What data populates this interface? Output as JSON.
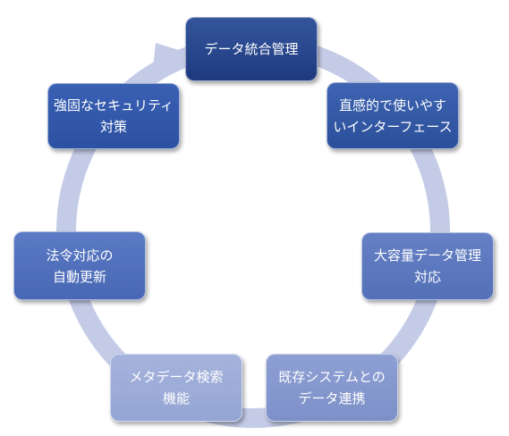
{
  "nodes": [
    {
      "lines": [
        "データ統合管理"
      ]
    },
    {
      "lines": [
        "直感的で使いやす",
        "いインターフェース"
      ]
    },
    {
      "lines": [
        "大容量データ管理",
        "対応"
      ]
    },
    {
      "lines": [
        "既存システムとの",
        "データ連携"
      ]
    },
    {
      "lines": [
        "メタデータ検索",
        "機能"
      ]
    },
    {
      "lines": [
        "法令対応の",
        "自動更新"
      ]
    },
    {
      "lines": [
        "強固なセキュリティ",
        "対策"
      ]
    }
  ],
  "colors": {
    "ring": "#c3cbe6",
    "node_dark": "#1e3a7f",
    "node_light": "#a5b3dc"
  }
}
